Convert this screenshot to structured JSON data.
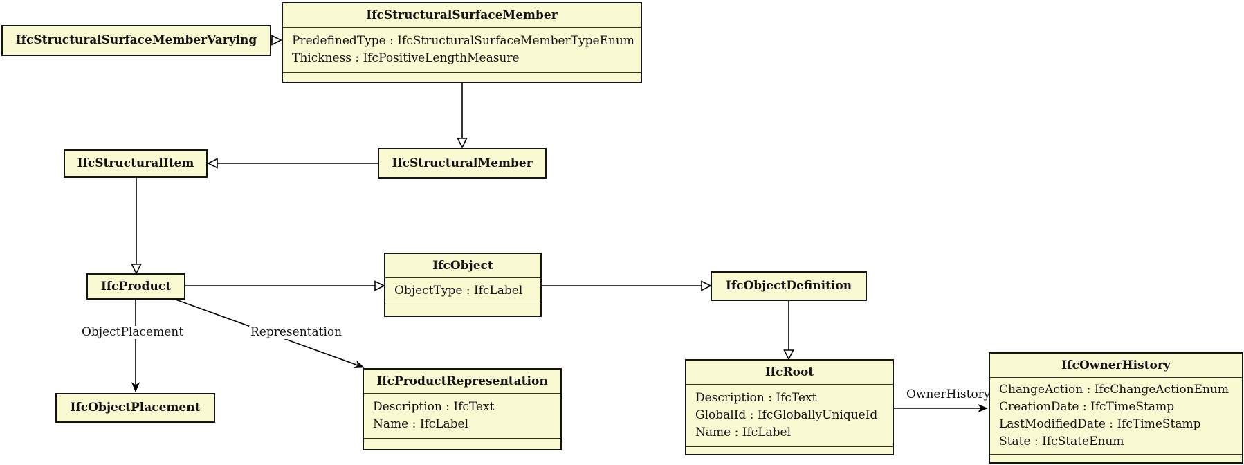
{
  "diagram": {
    "kind": "uml-class-diagram",
    "subject": "IFC structural member inheritance and associations",
    "colors": {
      "background": "#ffffff",
      "node_fill": "#FAFAD2",
      "node_border": "#141414",
      "compartment_separator": "#32321e",
      "edge": "#000000",
      "generalization_arrow_fill": "#ffffff"
    },
    "classes": [
      {
        "id": "ifc-structural-surface-member-varying",
        "name": "IfcStructuralSurfaceMemberVarying",
        "attributes": []
      },
      {
        "id": "ifc-structural-surface-member",
        "name": "IfcStructuralSurfaceMember",
        "attributes": [
          "PredefinedType : IfcStructuralSurfaceMemberTypeEnum",
          "Thickness : IfcPositiveLengthMeasure"
        ]
      },
      {
        "id": "ifc-structural-item",
        "name": "IfcStructuralItem",
        "attributes": []
      },
      {
        "id": "ifc-structural-member",
        "name": "IfcStructuralMember",
        "attributes": []
      },
      {
        "id": "ifc-product",
        "name": "IfcProduct",
        "attributes": []
      },
      {
        "id": "ifc-object",
        "name": "IfcObject",
        "attributes": [
          "ObjectType : IfcLabel"
        ]
      },
      {
        "id": "ifc-object-definition",
        "name": "IfcObjectDefinition",
        "attributes": []
      },
      {
        "id": "ifc-object-placement",
        "name": "IfcObjectPlacement",
        "attributes": []
      },
      {
        "id": "ifc-product-representation",
        "name": "IfcProductRepresentation",
        "attributes": [
          "Description : IfcText",
          "Name : IfcLabel"
        ]
      },
      {
        "id": "ifc-root",
        "name": "IfcRoot",
        "attributes": [
          "Description : IfcText",
          "GlobalId : IfcGloballyUniqueId",
          "Name : IfcLabel"
        ]
      },
      {
        "id": "ifc-owner-history",
        "name": "IfcOwnerHistory",
        "attributes": [
          "ChangeAction : IfcChangeActionEnum",
          "CreationDate : IfcTimeStamp",
          "LastModifiedDate : IfcTimeStamp",
          "State : IfcStateEnum"
        ]
      }
    ],
    "edges": [
      {
        "type": "generalization",
        "from": "IfcStructuralSurfaceMemberVarying",
        "to": "IfcStructuralSurfaceMember",
        "label": ""
      },
      {
        "type": "generalization",
        "from": "IfcStructuralSurfaceMember",
        "to": "IfcStructuralMember",
        "label": ""
      },
      {
        "type": "generalization",
        "from": "IfcStructuralMember",
        "to": "IfcStructuralItem",
        "label": ""
      },
      {
        "type": "generalization",
        "from": "IfcStructuralItem",
        "to": "IfcProduct",
        "label": ""
      },
      {
        "type": "generalization",
        "from": "IfcProduct",
        "to": "IfcObject",
        "label": ""
      },
      {
        "type": "generalization",
        "from": "IfcObject",
        "to": "IfcObjectDefinition",
        "label": ""
      },
      {
        "type": "generalization",
        "from": "IfcObjectDefinition",
        "to": "IfcRoot",
        "label": ""
      },
      {
        "type": "association",
        "from": "IfcProduct",
        "to": "IfcObjectPlacement",
        "label": "ObjectPlacement"
      },
      {
        "type": "association",
        "from": "IfcProduct",
        "to": "IfcProductRepresentation",
        "label": "Representation"
      },
      {
        "type": "association",
        "from": "IfcRoot",
        "to": "IfcOwnerHistory",
        "label": "OwnerHistory"
      }
    ],
    "edge_labels": {
      "object_placement": "ObjectPlacement",
      "representation": "Representation",
      "owner_history": "OwnerHistory"
    }
  }
}
